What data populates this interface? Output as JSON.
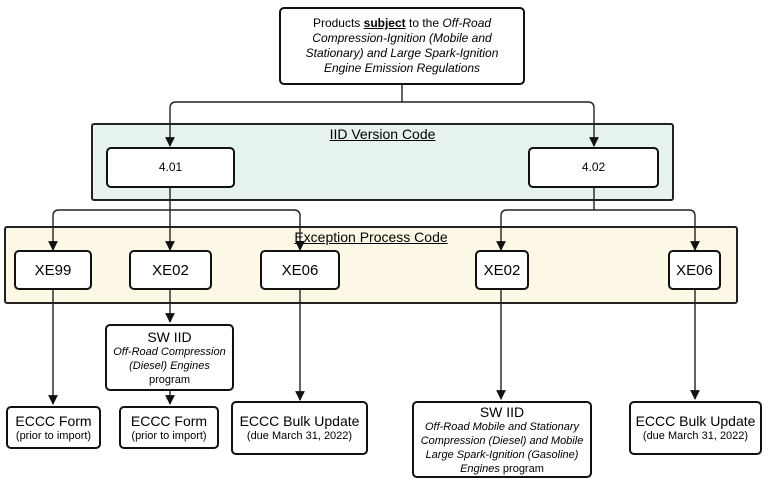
{
  "top": {
    "prefix": "Products ",
    "subject": "subject",
    "mid": " to the ",
    "italic": "Off-Road Compression-Ignition (Mobile and Stationary) and Large Spark-Ignition Engine Emission Regulations"
  },
  "iid_panel": {
    "title": "IID Version Code",
    "left": "4.01",
    "right": "4.02"
  },
  "exception_panel": {
    "title": "Exception Process Code",
    "codes": [
      "XE99",
      "XE02",
      "XE06",
      "XE02",
      "XE06"
    ]
  },
  "sw_iid_left": {
    "title": "SW IID",
    "italic": "Off-Road Compression (Diesel) Engines",
    "tail": "program"
  },
  "sw_iid_right": {
    "title": "SW IID",
    "italic": "Off-Road Mobile and Stationary Compression (Diesel) and Mobile Large Spark-Ignition (Gasoline) Engines",
    "tail": " program"
  },
  "eccc_form_1": {
    "title": "ECCC Form",
    "sub": "(prior to import)"
  },
  "eccc_form_2": {
    "title": "ECCC Form",
    "sub": "(prior to import)"
  },
  "eccc_bulk_1": {
    "title": "ECCC Bulk Update",
    "sub": "(due March 31, 2022)"
  },
  "eccc_bulk_2": {
    "title": "ECCC Bulk Update",
    "sub": "(due March 31, 2022)"
  }
}
